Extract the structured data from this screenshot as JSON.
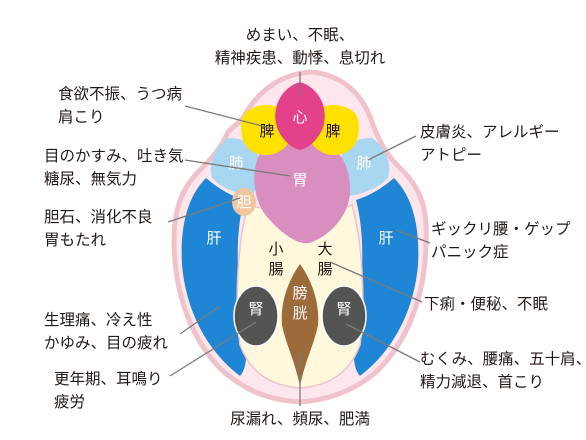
{
  "annotations": {
    "top": [
      "めまい、不眠、",
      "精神疾患、動悸、息切れ"
    ],
    "left_1": [
      "食欲不振、うつ病",
      "肩こり"
    ],
    "left_2": [
      "目のかすみ、吐き気",
      "糖尿、無気力"
    ],
    "left_3": [
      "胆石、消化不良",
      "胃もたれ"
    ],
    "left_4": [
      "生理痛、冷え性",
      "かゆみ、目の疲れ"
    ],
    "left_5": [
      "更年期、耳鳴り",
      "疲労"
    ],
    "right_1": [
      "皮膚炎、アレルギー",
      "アトピー"
    ],
    "right_2": [
      "ギックリ腰・ゲップ",
      "パニック症"
    ],
    "right_3": [
      "下痢・便秘、不眠"
    ],
    "right_4": [
      "むくみ、腰痛、五十肩、",
      "精力減退、首こり"
    ],
    "bottom": [
      "尿漏れ、頻尿、肥満"
    ]
  },
  "organs": {
    "heart": "心",
    "spleen_left": "脾",
    "spleen_right": "脾",
    "lung_left": "肺",
    "lung_right": "肺",
    "stomach": "胃",
    "gallbladder": "胆",
    "liver_left": "肝",
    "liver_right": "肝",
    "small_intestine": [
      "小",
      "腸"
    ],
    "large_intestine": [
      "大",
      "腸"
    ],
    "kidney_left": "腎",
    "kidney_right": "腎",
    "bladder": [
      "膀",
      "胱"
    ]
  },
  "colors": {
    "outline": "#f0c2cc",
    "heart": "#e3428a",
    "spleen": "#ffe100",
    "lung": "#a9d6f0",
    "stomach": "#d98ec0",
    "gallbladder": "#f0c6a0",
    "liver": "#1f86d6",
    "intestine": "#fff8dc",
    "kidney": "#545454",
    "bladder": "#9d6b3a",
    "leader_line": "#7a7a7a"
  }
}
